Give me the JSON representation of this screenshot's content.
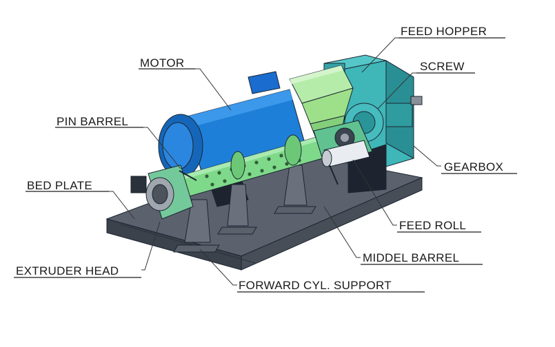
{
  "labels": {
    "feed_hopper": "FEED HOPPER",
    "screw": "SCREW",
    "motor": "MOTOR",
    "pin_barrel": "PIN BARREL",
    "bed_plate": "BED PLATE",
    "gearbox": "GEARBOX",
    "feed_roll": "FEED ROLL",
    "middel_barrel": "MIDDEL BARREL",
    "extruder_head": "EXTRUDER HEAD",
    "forward_support": "FORWARD CYL. SUPPORT"
  },
  "colors": {
    "motor_blue": "#1e7fd8",
    "barrel_green": "#7fd98a",
    "hopper_green": "#9ee08a",
    "gearbox_teal": "#3fb6b8",
    "bedplate_gray": "#5b626e",
    "support_gray": "#6a717c"
  }
}
